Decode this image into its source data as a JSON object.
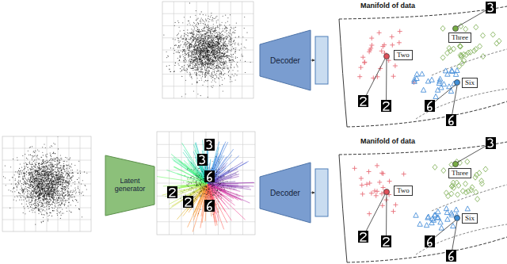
{
  "diagram": {
    "nodes": [
      {
        "text": [
          "Decoder"
        ]
      },
      {
        "text": [
          "Manifold of data"
        ]
      },
      {
        "text": [
          "Two"
        ],
        "in": 1
      },
      {
        "text": [
          "Three"
        ],
        "in": 1
      },
      {
        "text": [
          "Six"
        ],
        "in": 1
      },
      {
        "text": [
          "Latent generator"
        ]
      },
      {
        "text": [
          "Decoder"
        ]
      },
      {
        "text": [
          "Manifold of data"
        ]
      },
      {
        "text": [
          "Two"
        ],
        "in": 7
      },
      {
        "text": [
          "Three"
        ],
        "in": 7
      },
      {
        "text": [
          "Six"
        ],
        "in": 7
      }
    ]
  }
}
